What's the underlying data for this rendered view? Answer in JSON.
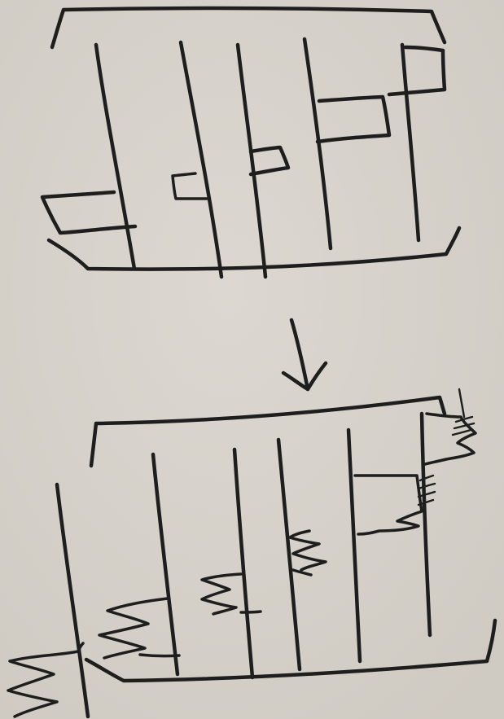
{
  "diagram": {
    "paper_color": "#d8d4cd",
    "ink_color": "#1e1e1e",
    "top_panel": {
      "description_free": true,
      "vertical_lines": 5,
      "box_shapes": 5
    },
    "arrow": {
      "icon": "down-arrow-icon"
    },
    "bottom_panel": {
      "vertical_lines": 6,
      "squiggle_shapes": 6
    }
  }
}
